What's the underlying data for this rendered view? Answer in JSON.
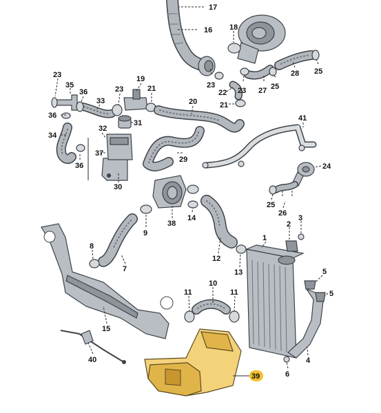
{
  "diagram": {
    "highlight_color": "#f2c12e",
    "callouts": {
      "c1": "1",
      "c2": "2",
      "c3": "3",
      "c4": "4",
      "c5a": "5",
      "c5b": "5",
      "c6": "6",
      "c7": "7",
      "c8": "8",
      "c9": "9",
      "c10": "10",
      "c11a": "11",
      "c11b": "11",
      "c12": "12",
      "c13": "13",
      "c14": "14",
      "c15": "15",
      "c16": "16",
      "c17": "17",
      "c18": "18",
      "c19": "19",
      "c20": "20",
      "c21a": "21",
      "c21b": "21",
      "c22": "22",
      "c23a": "23",
      "c23b": "23",
      "c23c": "23",
      "c23d": "23",
      "c24": "24",
      "c25a": "25",
      "c25b": "25",
      "c25c": "25",
      "c26": "26",
      "c27": "27",
      "c28": "28",
      "c29": "29",
      "c30": "30",
      "c31": "31",
      "c32": "32",
      "c33": "33",
      "c34": "34",
      "c35": "35",
      "c36a": "36",
      "c36b": "36",
      "c36c": "36",
      "c37": "37",
      "c38": "38",
      "c39": "39",
      "c40": "40",
      "c41": "41"
    }
  }
}
